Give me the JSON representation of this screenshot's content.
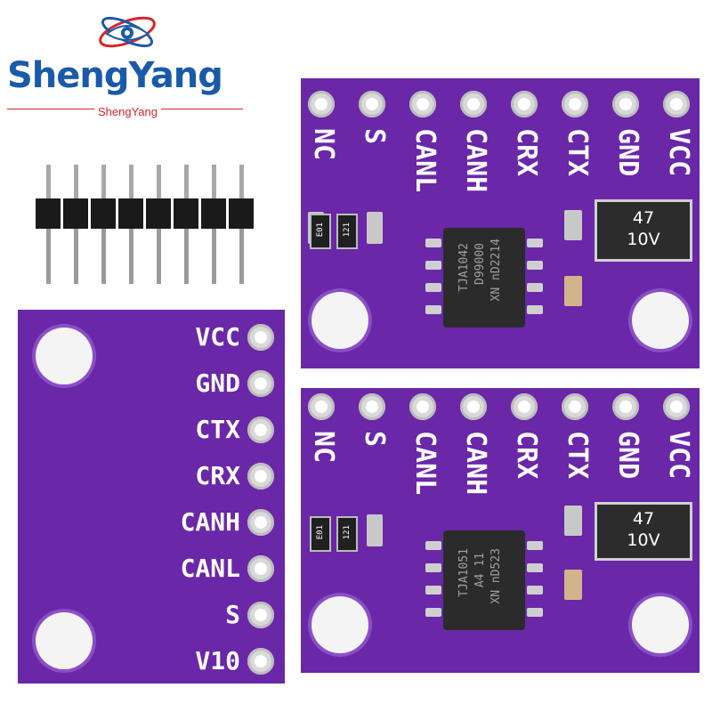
{
  "brand": {
    "name": "ShengYang",
    "subtitle": "ShengYang",
    "colors": {
      "blue": "#1a5aa8",
      "red": "#d8232a",
      "pcb": "#6a27a8"
    }
  },
  "top_board": {
    "pins": [
      "NC",
      "S",
      "CANL",
      "CANH",
      "CRX",
      "CTX",
      "GND",
      "VCC"
    ],
    "chip_lines": [
      "TJA1042",
      "D99000",
      "XN nD2214"
    ],
    "capacitor": [
      "47",
      "10V"
    ],
    "resistors": [
      "E01",
      "121"
    ]
  },
  "bottom_board": {
    "pins": [
      "NC",
      "S",
      "CANL",
      "CANH",
      "CRX",
      "CTX",
      "GND",
      "VCC"
    ],
    "chip_lines": [
      "TJA1051",
      "A4 11",
      "XN nD523"
    ],
    "capacitor": [
      "47",
      "10V"
    ],
    "resistors": [
      "E01",
      "121"
    ]
  },
  "back_board": {
    "pins": [
      "VCC",
      "GND",
      "CTX",
      "CRX",
      "CANH",
      "CANL",
      "S",
      "V10"
    ]
  },
  "header_pins": {
    "count": 8
  }
}
